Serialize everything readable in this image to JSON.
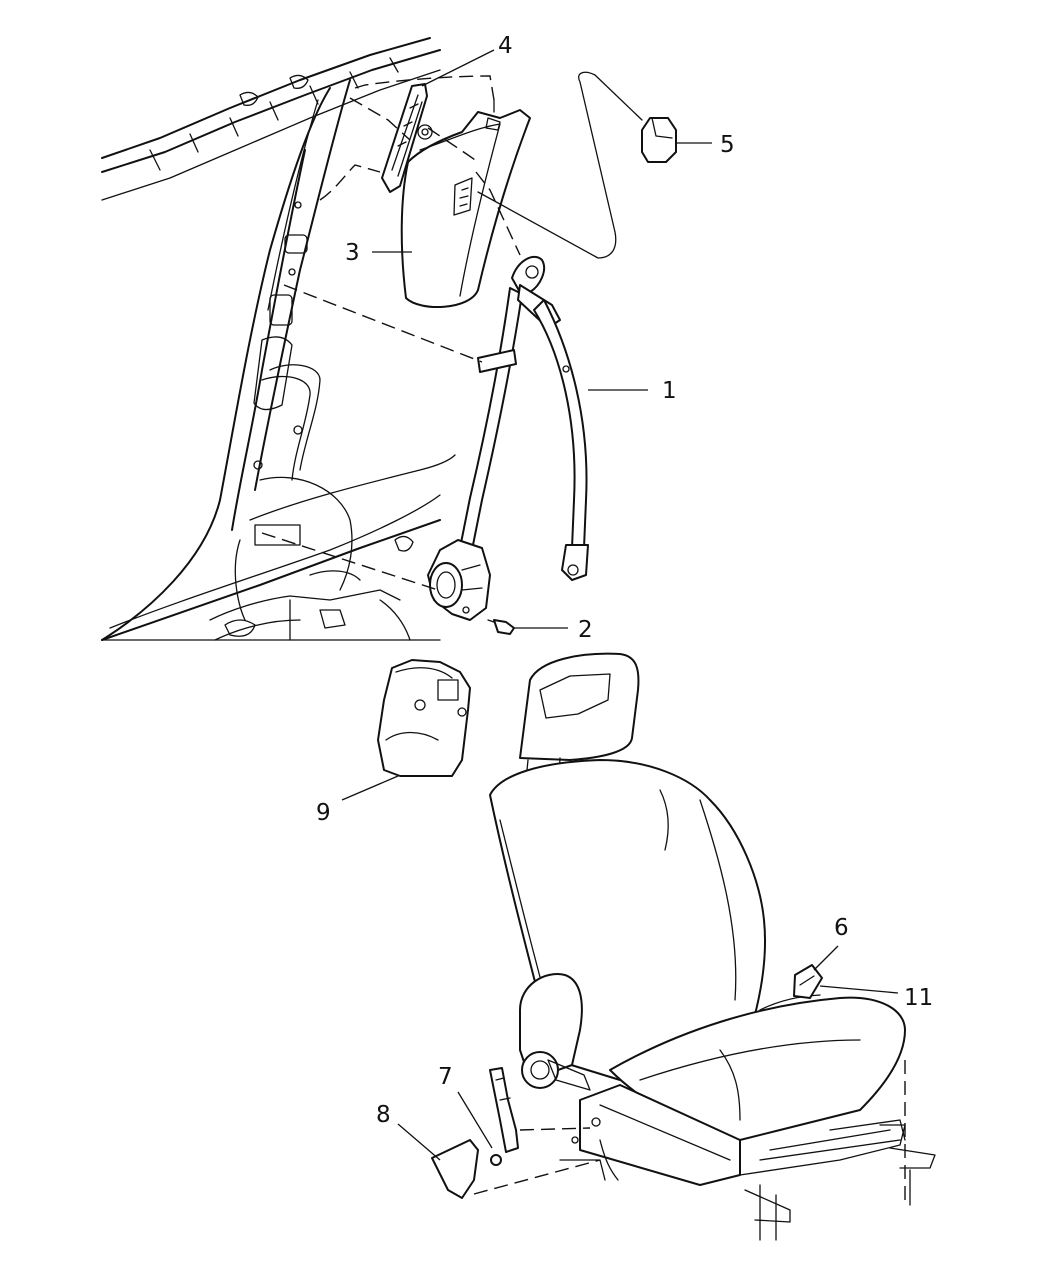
{
  "callouts": {
    "c1": "1",
    "c2": "2",
    "c3": "3",
    "c4": "4",
    "c5": "5",
    "c6": "6",
    "c7": "7",
    "c8": "8",
    "c9": "9",
    "c11": "11"
  },
  "colors": {
    "line": "#111111",
    "background": "#ffffff"
  }
}
